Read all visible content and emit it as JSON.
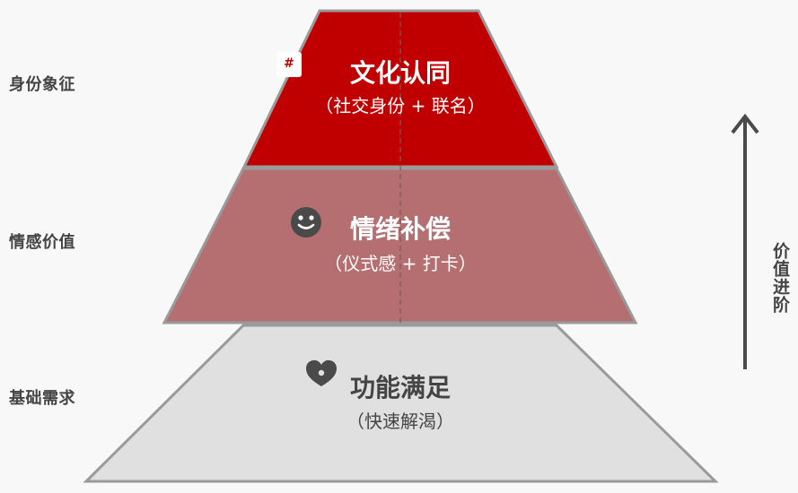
{
  "side_labels": {
    "top": "身份象征",
    "middle": "情感价值",
    "bottom": "基础需求"
  },
  "tiers": [
    {
      "level": "top",
      "title": "文化认同",
      "subtitle": "（社交身份 + 联名）",
      "icon": "hash-icon",
      "icon_glyph": "#",
      "fill": "#c00000"
    },
    {
      "level": "middle",
      "title": "情绪补偿",
      "subtitle": "（仪式感 + 打卡）",
      "icon": "smiley-icon",
      "fill": "#b56f70"
    },
    {
      "level": "bottom",
      "title": "功能满足",
      "subtitle": "（快速解渴）",
      "icon": "heart-icon",
      "fill": "#e0e0e0"
    }
  ],
  "axis": {
    "label": "价值进阶",
    "direction": "up"
  },
  "colors": {
    "background": "#f8f8f8",
    "outline": "#999999",
    "text_dark": "#444444"
  }
}
